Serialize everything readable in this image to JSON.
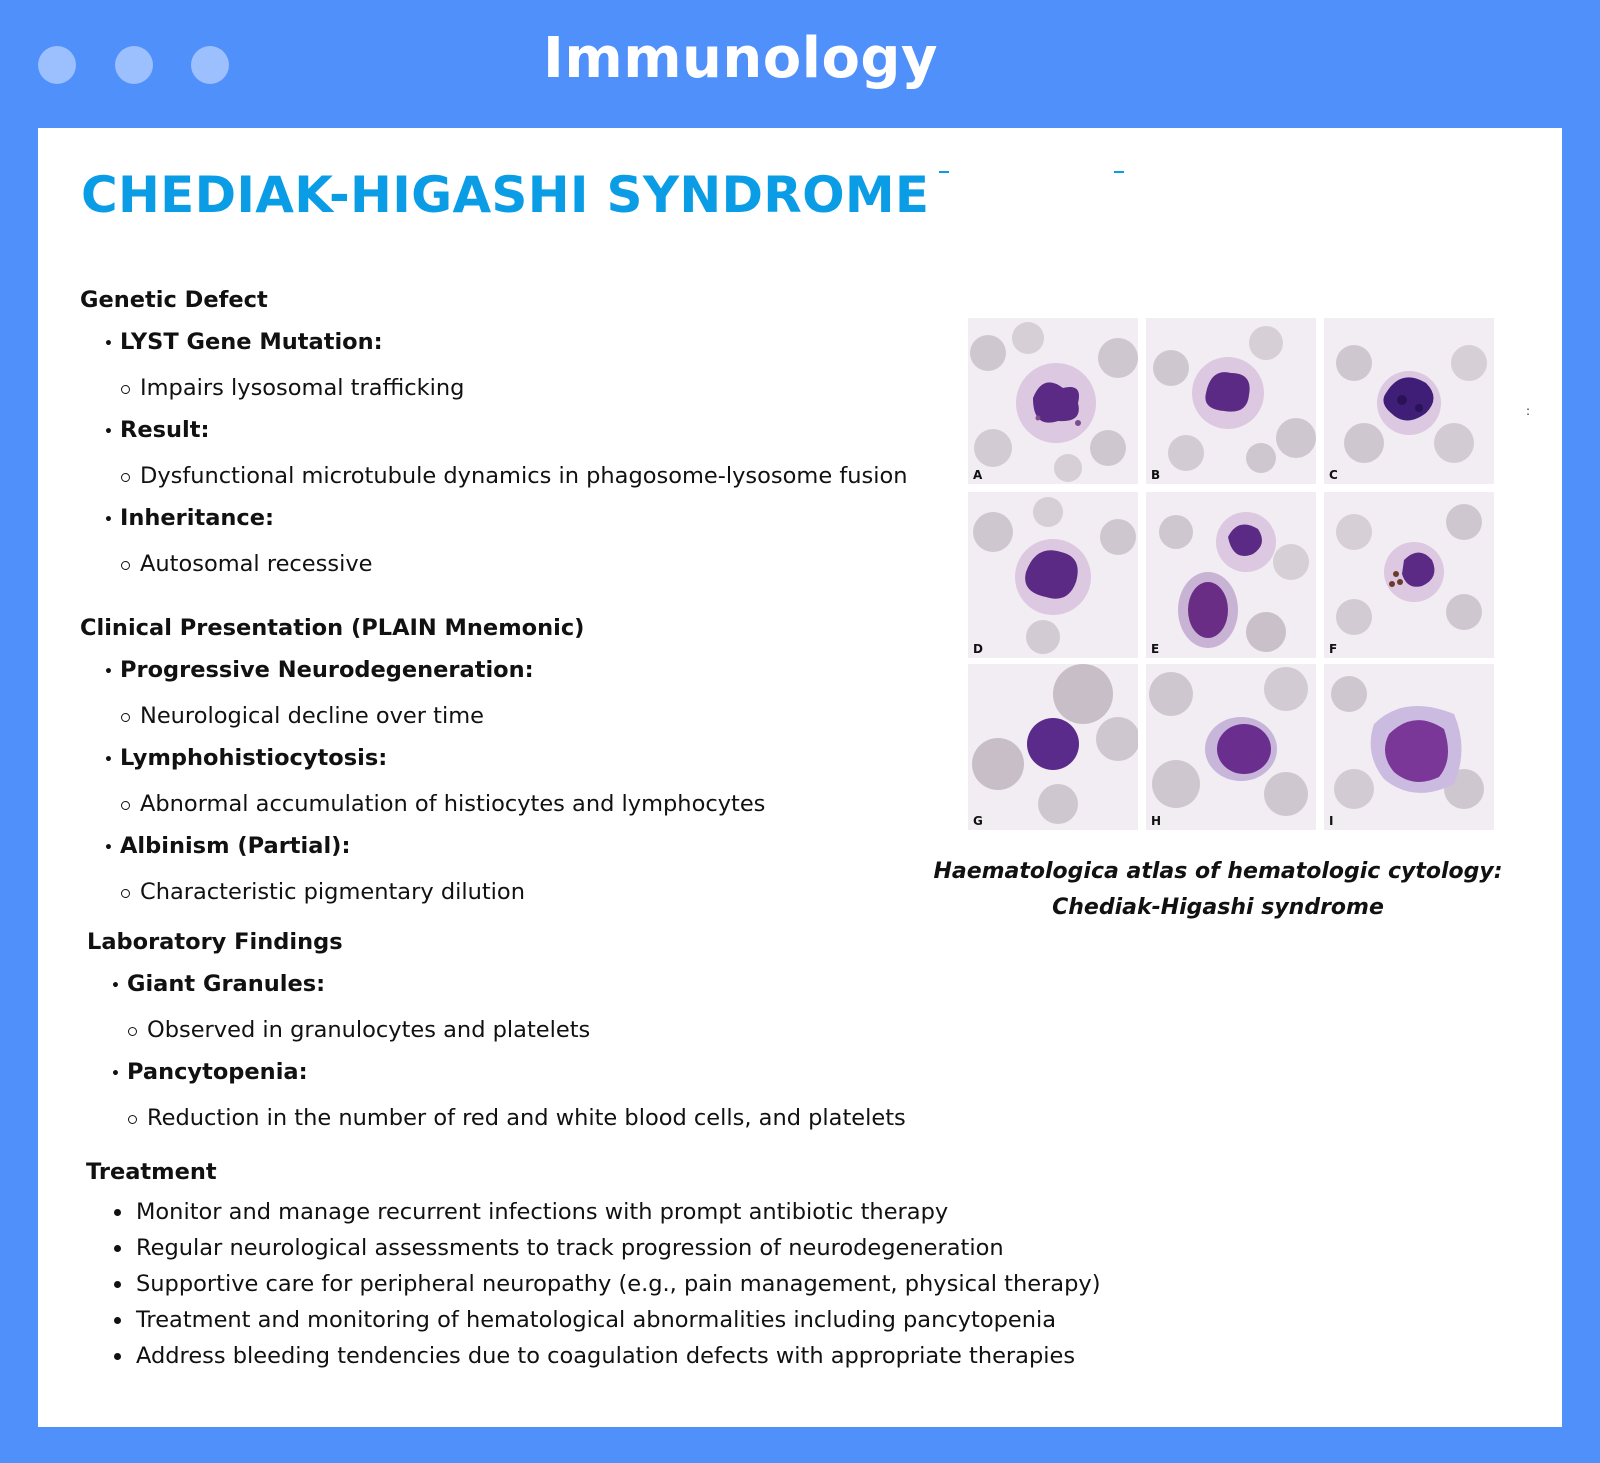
{
  "window": {
    "title": "Immunology",
    "controls": [
      "close-dot",
      "minimize-dot",
      "maximize-dot"
    ]
  },
  "document": {
    "title": "CHEDIAK-HIGASHI SYNDROME",
    "sections": {
      "genetic": {
        "heading": "Genetic Defect",
        "items": [
          {
            "label": "LYST Gene Mutation:",
            "detail": "Impairs lysosomal trafficking"
          },
          {
            "label": "Result:",
            "detail": "Dysfunctional microtubule dynamics in phagosome-lysosome fusion"
          },
          {
            "label": "Inheritance:",
            "detail": "Autosomal recessive"
          }
        ]
      },
      "clinical": {
        "heading": "Clinical Presentation (PLAIN Mnemonic)",
        "items": [
          {
            "label": "Progressive Neurodegeneration:",
            "detail": "Neurological decline over time"
          },
          {
            "label": "Lymphohistiocytosis:",
            "detail": "Abnormal accumulation of histiocytes and lymphocytes"
          },
          {
            "label": "Albinism (Partial):",
            "detail": "Characteristic pigmentary dilution"
          }
        ]
      },
      "lab": {
        "heading": "Laboratory Findings",
        "items": [
          {
            "label": "Giant Granules:",
            "detail": "Observed in granulocytes and platelets"
          },
          {
            "label": "Pancytopenia:",
            "detail": "Reduction in the number of red and white blood cells, and platelets"
          }
        ]
      },
      "treatment": {
        "heading": "Treatment",
        "items": [
          "Monitor and manage recurrent infections with prompt antibiotic therapy",
          "Regular neurological assessments to track progression of neurodegeneration",
          "Supportive care for peripheral neuropathy (e.g., pain management, physical therapy)",
          "Treatment and monitoring of hematological abnormalities including pancytopenia",
          "Address bleeding tendencies due to coagulation defects with appropriate therapies"
        ]
      }
    },
    "figure": {
      "panel_labels": [
        "A",
        "B",
        "C",
        "D",
        "E",
        "F",
        "G",
        "H",
        "I"
      ],
      "caption": "Haematologica atlas of hematologic cytology: Chediak-Higashi syndrome"
    }
  },
  "colors": {
    "frame": "#4f90fb",
    "title_accent": "#0a9de6",
    "cell_nucleus": "#5b2a84",
    "rbc": "#cfc7cf"
  }
}
